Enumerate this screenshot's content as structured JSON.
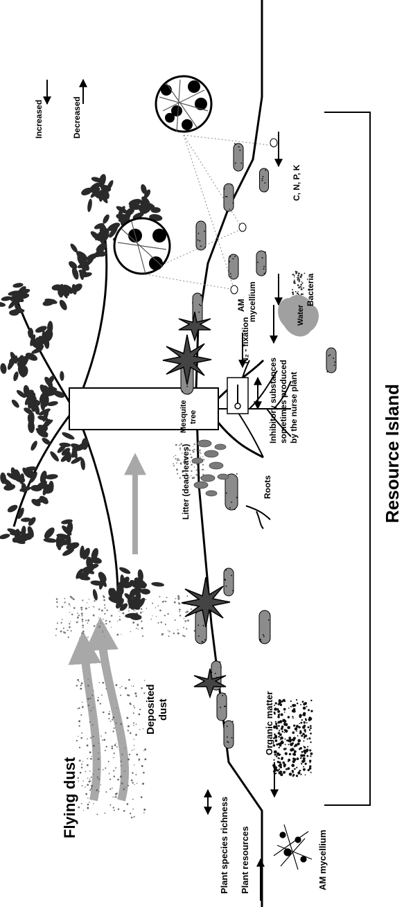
{
  "labels": {
    "flying_dust": "Flying dust",
    "deposited_dust_1": "Deposited",
    "deposited_dust_2": "dust",
    "plant_species_richness": "Plant species richness",
    "plant_resources": "Plant resources",
    "am_mycellium_left": "AM mycellium",
    "organic_matter": "Organic matter",
    "litter": "Litter (dead leaves)",
    "roots": "Roots",
    "mesquite_1": "Mesquite",
    "mesquite_2": "tree",
    "inhibitory_1": "Inhibitory substances",
    "inhibitory_2": "sometimes produced",
    "inhibitory_3": "by the nurse plant",
    "n2_fixation": "N₂ - fixation",
    "water": "Water",
    "am_mycellium_right_1": "AM",
    "am_mycellium_right_2": "mycellium",
    "bacteria": "Bacteria",
    "cnpk": "C, N, P, K",
    "increased": "Increased",
    "decreased": "Decreased",
    "resource_island": "Resource Island"
  },
  "colors": {
    "ink": "#000000",
    "foliage": "#2a2a2a",
    "cactus": "#8c8c8c",
    "dust_arrow": "#a8a8a8",
    "water": "#a0a0a0",
    "litter": "#7a7a7a"
  }
}
